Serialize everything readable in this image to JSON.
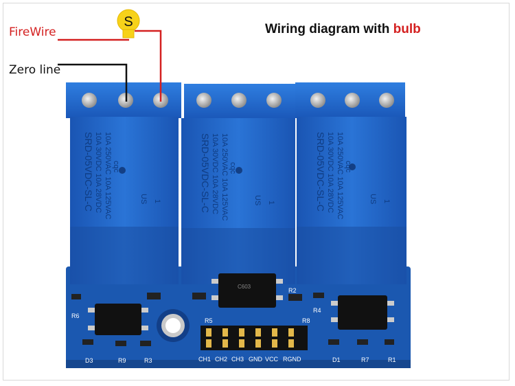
{
  "title": {
    "prefix": "Wiring diagram with ",
    "accent": "bulb"
  },
  "wires": {
    "fire_label": "FireWire",
    "zero_label": "Zero line",
    "fire_color": "#d42020",
    "zero_color": "#111111"
  },
  "bulb": {
    "label": "S",
    "color": "#f7d21a"
  },
  "relay": {
    "cqc_mark": "cqc",
    "text_lines": [
      "10A 250VAC  10A 125VAC",
      "10A 30VDC  10A 28VDC",
      "SRD-05VDC-SL-C"
    ],
    "us_mark": "US",
    "pin_number": "1"
  },
  "board": {
    "color": "#1f5fb8",
    "relay_color": "#1e63c9",
    "chip_label_center": "C603",
    "pin_labels": [
      "CH1",
      "CH2",
      "CH3",
      "GND",
      "VCC",
      "RGND"
    ],
    "component_labels": {
      "r6": "R6",
      "d3": "D3",
      "r9": "R9",
      "r3": "R3",
      "r2": "R2",
      "r4": "R4",
      "r5": "R5",
      "r8": "R8",
      "d1": "D1",
      "r7": "R7",
      "r1": "R1"
    }
  }
}
